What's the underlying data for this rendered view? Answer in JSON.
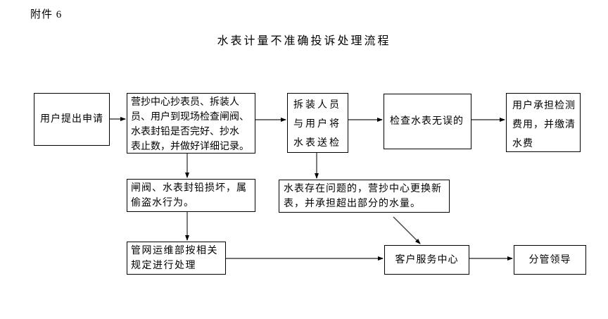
{
  "page": {
    "attachment_label": "附件 6",
    "title": "水表计量不准确投诉处理流程"
  },
  "flowchart": {
    "nodes": {
      "user_apply": {
        "text": "用户提出申请"
      },
      "site_check": {
        "lines": [
          "营抄中心抄表员、拆装人",
          "员、用户到现场检查闸阀、",
          "水表封铅是否完好、抄水",
          "表止数，并做好详细记录。"
        ]
      },
      "send_inspect": {
        "lines": [
          "拆装人员",
          "与用户将",
          "水表送检"
        ]
      },
      "meter_ok": {
        "text": "检查水表无误的"
      },
      "user_pay": {
        "lines": [
          "用户承担检测",
          "费用，并缴清",
          "水费"
        ]
      },
      "seal_damaged": {
        "lines": [
          "闸阀、水表封铅损坏，属",
          "偷盗水行为。"
        ]
      },
      "meter_problem": {
        "lines": [
          "水表存在问题的，营抄中心更换新",
          "表，并承担超出部分的水量。"
        ]
      },
      "pipeline_dept": {
        "lines": [
          "管网运维部按相关",
          "规定进行处理"
        ]
      },
      "customer_service": {
        "text": "客户服务中心"
      },
      "leader": {
        "text": "分管领导"
      }
    },
    "edges": [
      {
        "from": "user_apply",
        "to": "site_check"
      },
      {
        "from": "site_check",
        "to": "send_inspect"
      },
      {
        "from": "send_inspect",
        "to": "meter_ok"
      },
      {
        "from": "meter_ok",
        "to": "user_pay"
      },
      {
        "from": "site_check",
        "to": "seal_damaged"
      },
      {
        "from": "send_inspect",
        "to": "meter_problem"
      },
      {
        "from": "seal_damaged",
        "to": "pipeline_dept"
      },
      {
        "from": "pipeline_dept",
        "to": "customer_service"
      },
      {
        "from": "meter_problem",
        "to": "customer_service"
      },
      {
        "from": "customer_service",
        "to": "leader"
      }
    ]
  }
}
